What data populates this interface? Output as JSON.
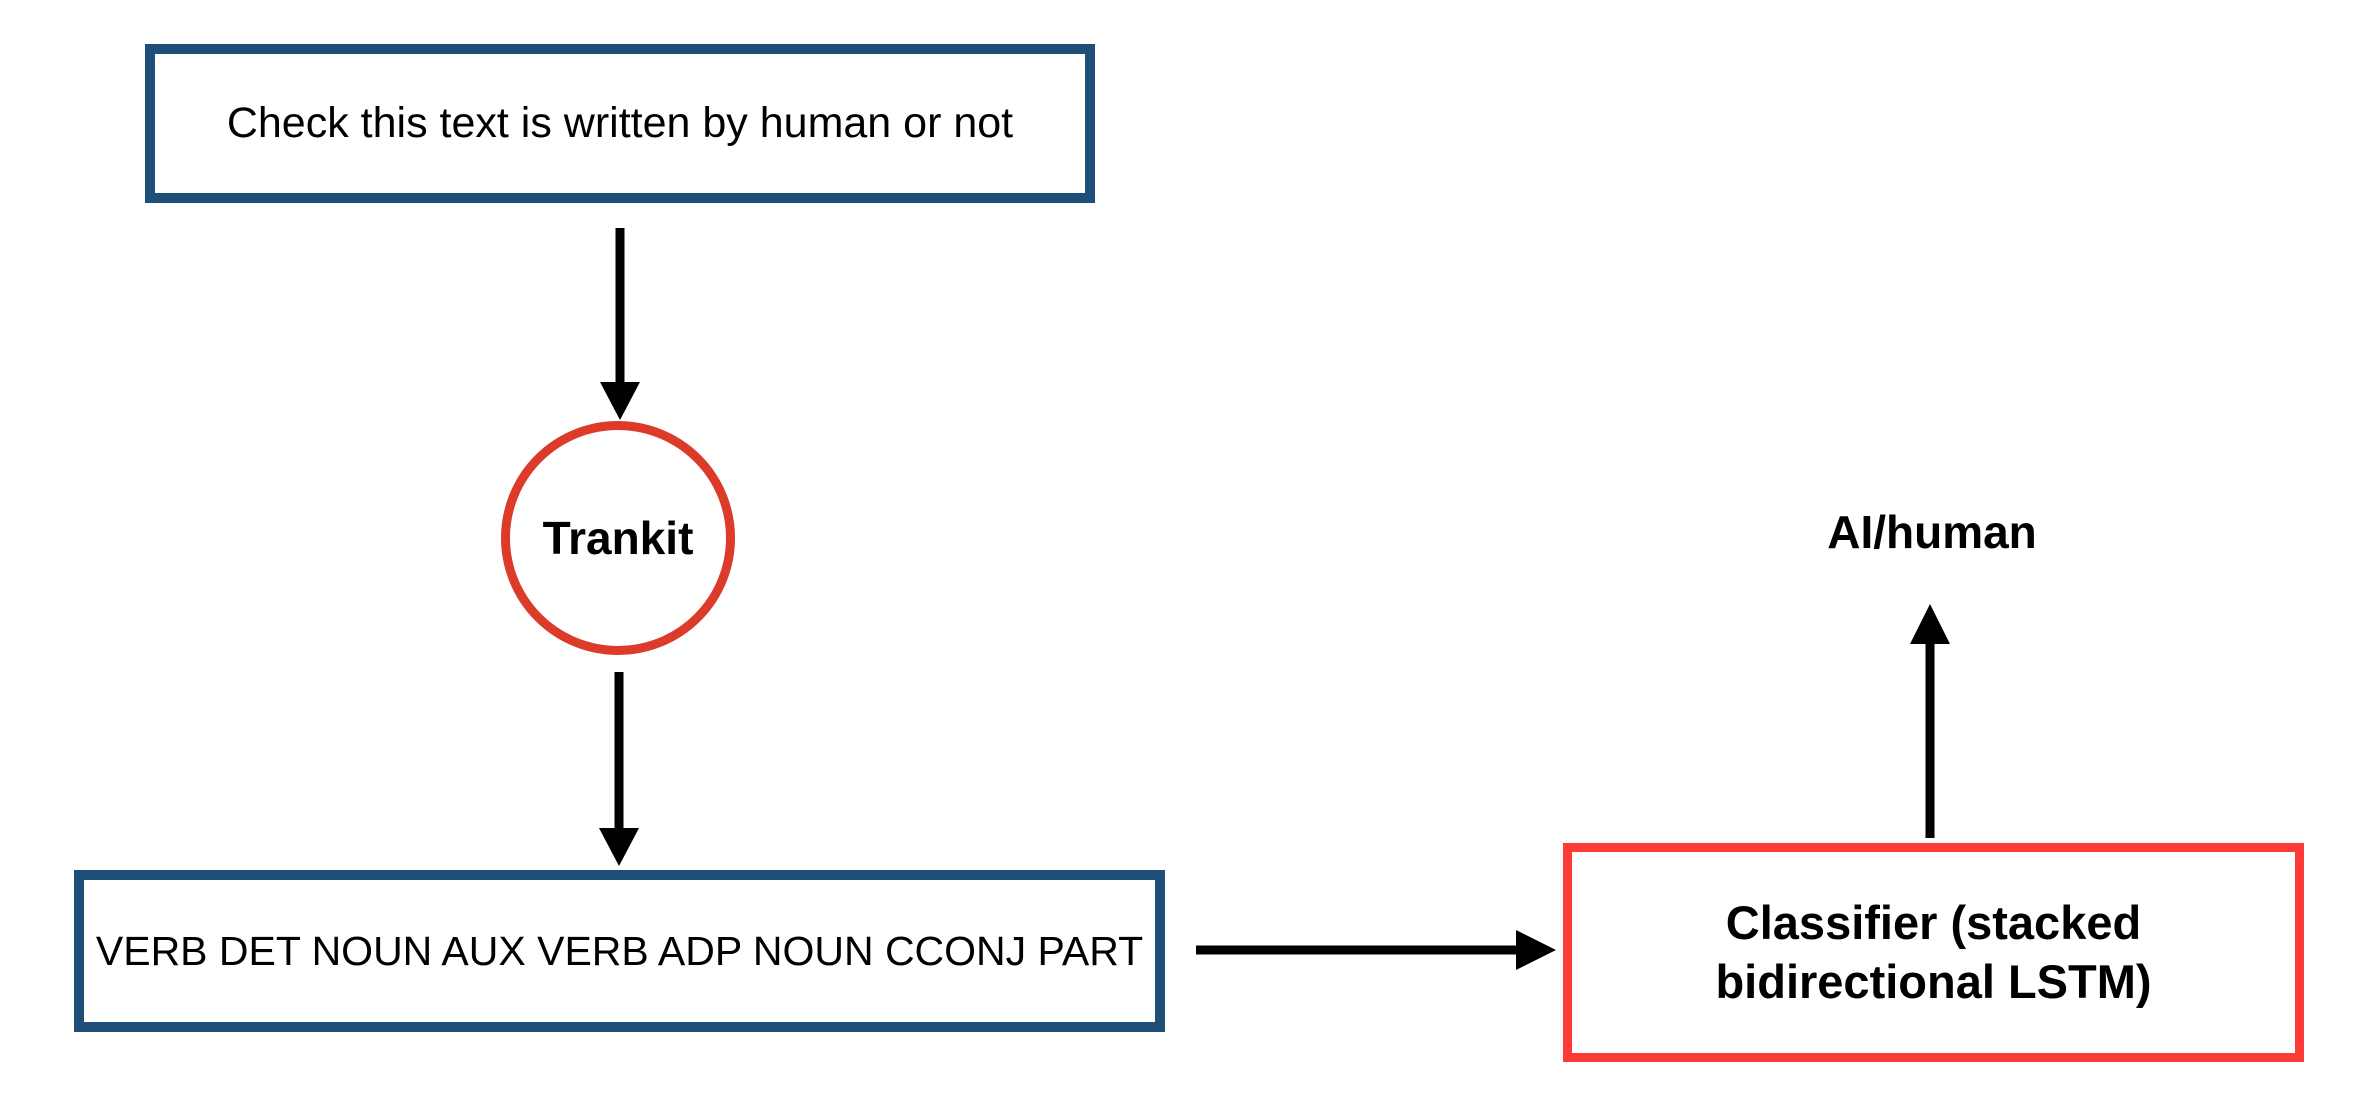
{
  "diagram": {
    "nodes": {
      "input_box": {
        "label": "Check this text is written by human or not",
        "border_color": "#1F4E79"
      },
      "trankit_circle": {
        "label": "Trankit",
        "border_color": "#DC3B2A"
      },
      "pos_box": {
        "label": "VERB DET NOUN AUX VERB ADP NOUN CCONJ PART",
        "border_color": "#1F4E79"
      },
      "classifier_box": {
        "label": "Classifier (stacked bidirectional LSTM)",
        "border_color": "#FF3B38"
      },
      "output_label": {
        "label": "AI/human",
        "color": "#000000"
      }
    },
    "connectors": {
      "color": "#000000"
    }
  }
}
